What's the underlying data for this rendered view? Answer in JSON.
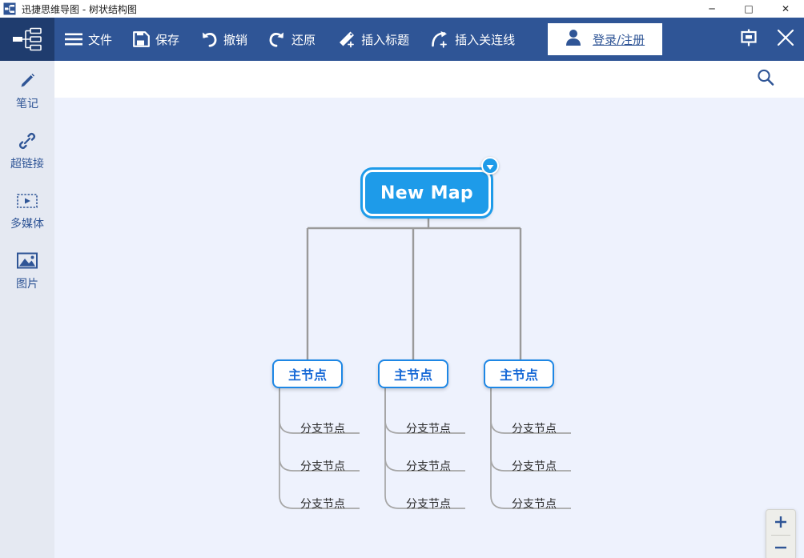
{
  "window": {
    "app_icon": "mindmap-icon",
    "title": "迅捷思维导图 - 树状结构图",
    "controls": {
      "minimize": "─",
      "maximize": "□",
      "close": "✕"
    }
  },
  "toolbar": {
    "logo_icon": "mindmap-logo-icon",
    "items": [
      {
        "label": "文件",
        "icon": "hamburger-menu-icon"
      },
      {
        "label": "保存",
        "icon": "floppy-save-icon"
      },
      {
        "label": "撤销",
        "icon": "undo-arrow-icon"
      },
      {
        "label": "还原",
        "icon": "redo-arrow-icon"
      },
      {
        "label": "插入标题",
        "icon": "tag-plus-icon"
      },
      {
        "label": "插入关连线",
        "icon": "connector-plus-icon"
      }
    ],
    "login": {
      "label": "登录/注册",
      "icon": "user-person-icon"
    },
    "present": {
      "icon": "presentation-icon"
    },
    "close": {
      "icon": "close-x-icon"
    }
  },
  "subbar": {
    "search": {
      "icon": "search-magnifier-icon"
    }
  },
  "sidebar": {
    "items": [
      {
        "label": "笔记",
        "icon": "pen-note-icon"
      },
      {
        "label": "超链接",
        "icon": "hyperlink-chain-icon"
      },
      {
        "label": "多媒体",
        "icon": "film-media-icon"
      },
      {
        "label": "图片",
        "icon": "picture-image-icon"
      }
    ]
  },
  "mindmap": {
    "root": {
      "text": "New Map",
      "collapse_icon": "chevron-down-badge-icon"
    },
    "main_nodes": [
      {
        "text": "主节点"
      },
      {
        "text": "主节点"
      },
      {
        "text": "主节点"
      }
    ],
    "branches": [
      [
        {
          "text": "分支节点"
        },
        {
          "text": "分支节点"
        },
        {
          "text": "分支节点"
        }
      ],
      [
        {
          "text": "分支节点"
        },
        {
          "text": "分支节点"
        },
        {
          "text": "分支节点"
        }
      ],
      [
        {
          "text": "分支节点"
        },
        {
          "text": "分支节点"
        },
        {
          "text": "分支节点"
        }
      ]
    ]
  },
  "zoom_control": {
    "zoom_in": "+",
    "zoom_out": "─"
  },
  "colors": {
    "toolbar_navy": "#2f5596",
    "logo_navy": "#1f3c6e",
    "node_blue": "#1e9be9",
    "main_node_border": "#1e87e5",
    "main_node_text": "#1668d6",
    "canvas_bg": "#eef2fd",
    "sidebar_bg": "#e5e9f2",
    "connector_gray": "#9a9a9a",
    "sidebar_text": "#2f5596"
  }
}
